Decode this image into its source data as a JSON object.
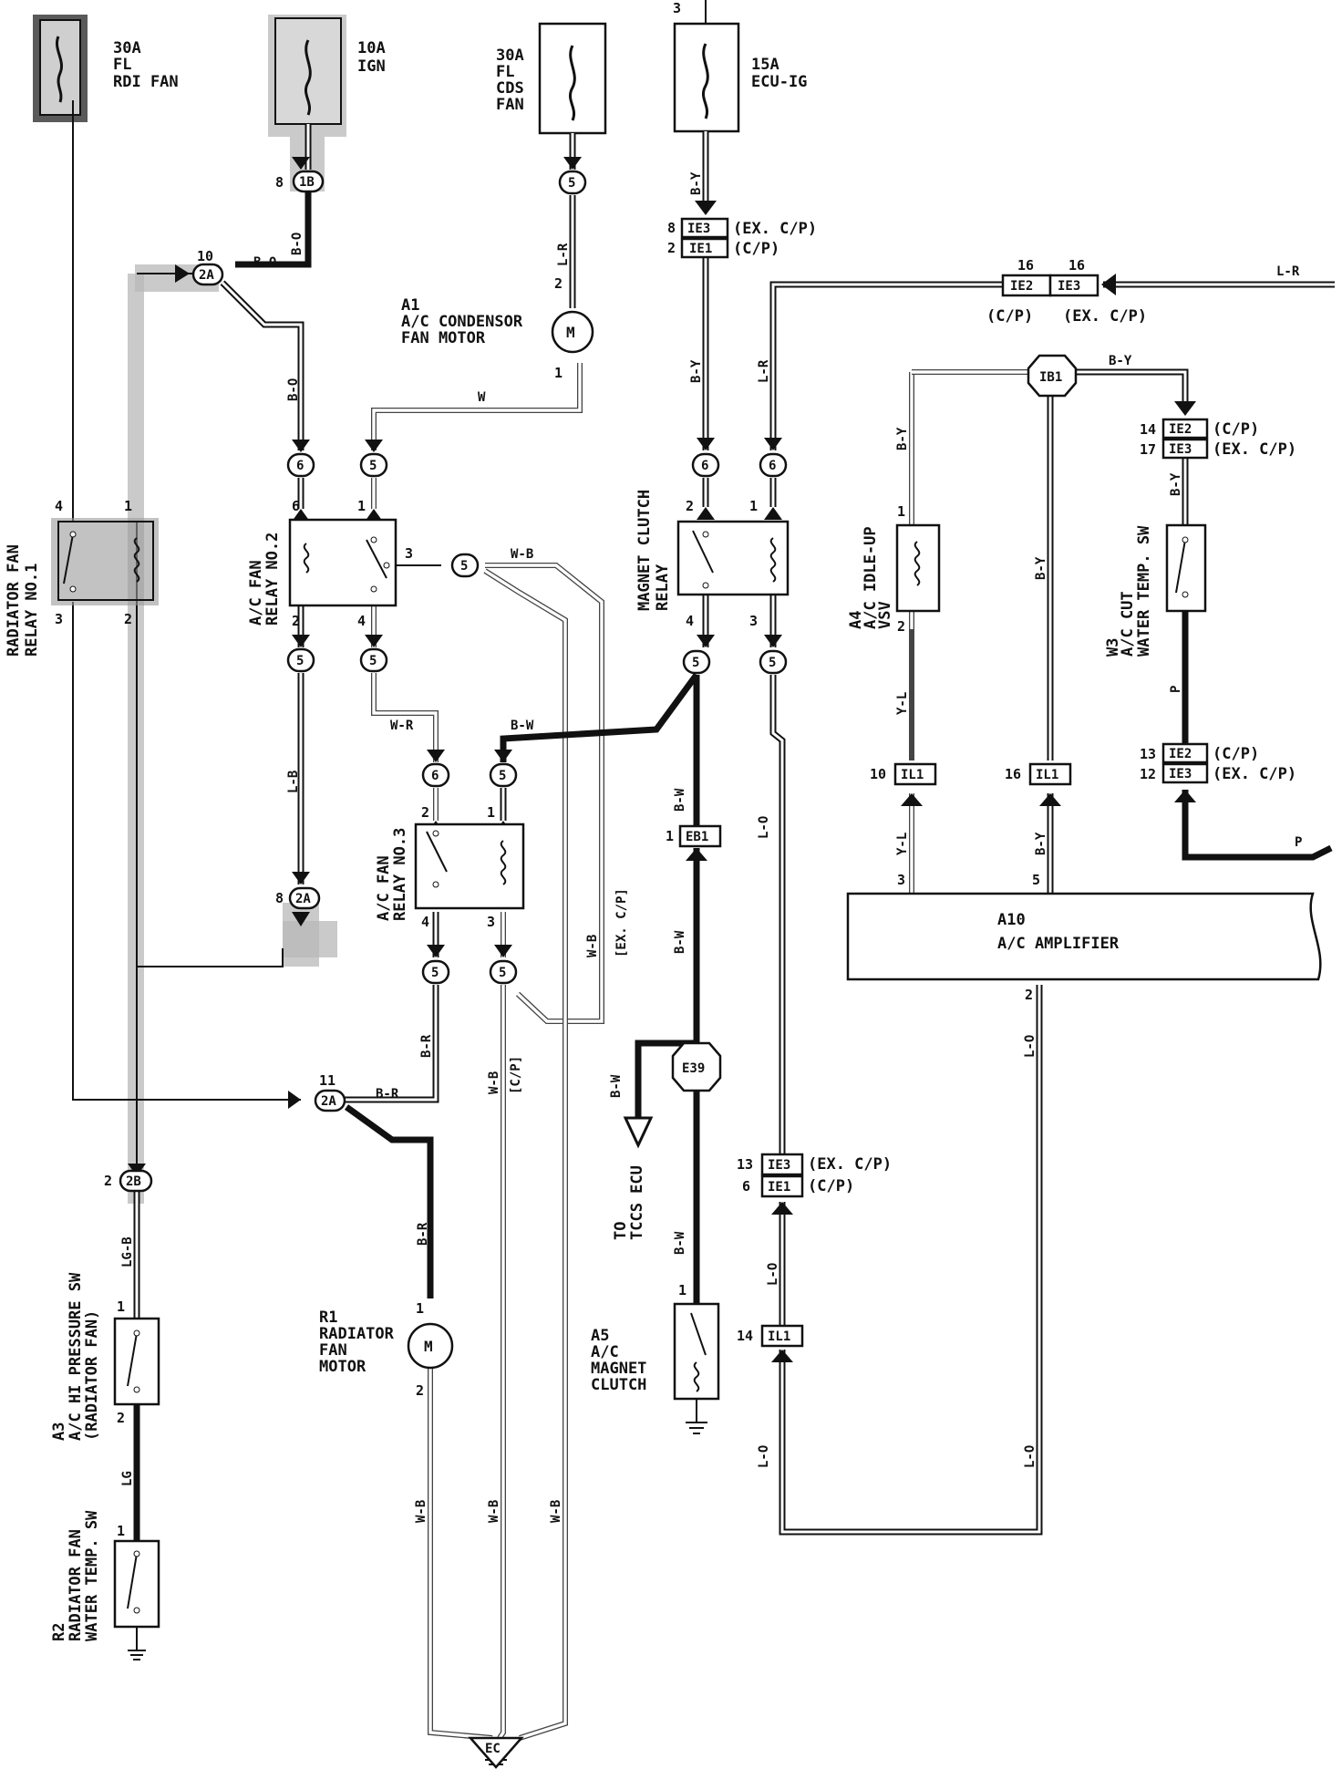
{
  "fuses": {
    "rdi_fan": {
      "amps": "30A",
      "l2": "FL",
      "l3": "RDI FAN"
    },
    "ign": {
      "amps": "10A",
      "l2": "IGN"
    },
    "cds_fan": {
      "amps": "30A",
      "l2": "FL",
      "l3": "CDS",
      "l4": "FAN"
    },
    "ecu_ig": {
      "amps": "15A",
      "l2": "ECU-IG"
    }
  },
  "components": {
    "a1": {
      "code": "A1",
      "name1": "A/C CONDENSOR",
      "name2": "FAN MOTOR"
    },
    "r1": {
      "code": "R1",
      "name1": "RADIATOR",
      "name2": "FAN",
      "name3": "MOTOR"
    },
    "a10": {
      "code": "A10",
      "name": "A/C AMPLIFIER"
    },
    "a5": {
      "code": "A5",
      "name1": "A/C",
      "name2": "MAGNET",
      "name3": "CLUTCH"
    },
    "a4": {
      "code": "A4",
      "name1": "A/C IDLE-UP",
      "name2": "VSV"
    },
    "w3": {
      "code": "W3",
      "name1": "A/C CUT",
      "name2": "WATER TEMP. SW"
    },
    "a3": {
      "code": "A3",
      "name1": "A/C HI PRESSURE SW",
      "name2": "(RADIATOR FAN)"
    },
    "r2": {
      "code": "R2",
      "name1": "RADIATOR FAN",
      "name2": "WATER TEMP. SW"
    },
    "relay1": {
      "name1": "RADIATOR FAN",
      "name2": "RELAY NO.1"
    },
    "relay2": {
      "name1": "A/C FAN",
      "name2": "RELAY NO.2"
    },
    "relay3": {
      "name1": "A/C FAN",
      "name2": "RELAY NO.3"
    },
    "mag_relay": {
      "name1": "MAGNET CLUTCH",
      "name2": "RELAY"
    },
    "motor_symbol": "M",
    "ground_ec": "EC",
    "tccs": {
      "name1": "TO",
      "name2": "TCCS ECU"
    }
  },
  "connectors": {
    "c1b": "1B",
    "c2a": "2A",
    "c2b": "2B",
    "c5": "5",
    "c6": "6",
    "ie1": "IE1",
    "ie2": "IE2",
    "ie3": "IE3",
    "il1": "IL1",
    "eb1": "EB1",
    "ib1": "IB1",
    "e39": "E39"
  },
  "variants": {
    "cp": "(C/P)",
    "excp": "(EX. C/P)",
    "excp_sq": "[EX. C/P]",
    "cp_sq": "[C/P]"
  },
  "wire_colors": {
    "bo": "B-O",
    "lr": "L-R",
    "by": "B-Y",
    "w": "W",
    "wb": "W-B",
    "wr": "W-R",
    "bw": "B-W",
    "lb": "L-B",
    "br": "B-R",
    "lo": "L-O",
    "yl": "Y-L",
    "p": "P",
    "lgb": "LG-B",
    "lg": "LG"
  },
  "pins": {
    "n1": "1",
    "n2": "2",
    "n3": "3",
    "n4": "4",
    "n5": "5",
    "n6": "6",
    "n8": "8",
    "n10": "10",
    "n11": "11",
    "n12": "12",
    "n13": "13",
    "n14": "14",
    "n16": "16",
    "n17": "17"
  }
}
